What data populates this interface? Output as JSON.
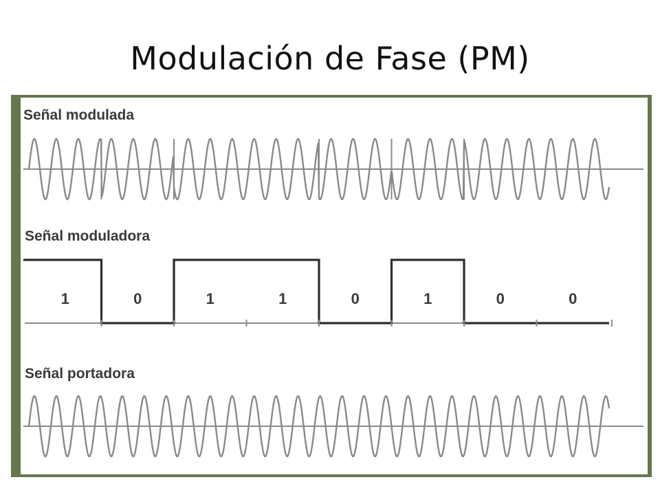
{
  "slide": {
    "title": "Modulación de Fase (PM)"
  },
  "diagram": {
    "modulated_label": "Señal modulada",
    "modulating_label": "Señal moduladora",
    "carrier_label": "Señal portadora",
    "bits": [
      {
        "value": 1,
        "text": "1"
      },
      {
        "value": 0,
        "text": "0"
      },
      {
        "value": 1,
        "text": "1"
      },
      {
        "value": 1,
        "text": "1"
      },
      {
        "value": 0,
        "text": "0"
      },
      {
        "value": 1,
        "text": "1"
      },
      {
        "value": 0,
        "text": "0"
      },
      {
        "value": 0,
        "text": "0"
      }
    ],
    "colors": {
      "frame": "#66764e",
      "wave": "#8a8a8a",
      "square": "#2e2e2e",
      "text": "#3a3a3a"
    }
  }
}
